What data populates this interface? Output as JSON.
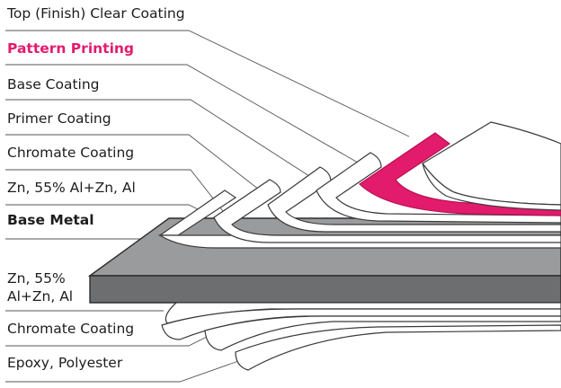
{
  "labels": {
    "top_clear_coating": "Top (Finish) Clear Coating",
    "pattern_printing": "Pattern Printing",
    "base_coating": "Base Coating",
    "primer_coating": "Primer Coating",
    "chromate_coating_top": "Chromate Coating",
    "zinc_alloy_top": "Zn, 55% Al+Zn, Al",
    "base_metal": "Base Metal",
    "zinc_alloy_bottom": "Zn, 55%\nAl+Zn, Al",
    "chromate_coating_bottom": "Chromate Coating",
    "epoxy_polyester": "Epoxy, Polyester"
  },
  "colors": {
    "accent_pink": "#e31b6d",
    "base_metal_side": "#6d6e70",
    "base_metal_top": "#9a9b9d",
    "layer_fill": "#ffffff",
    "layer_stroke": "#3a3a3a",
    "leader_line": "#555555",
    "text": "#1d1d1d"
  }
}
